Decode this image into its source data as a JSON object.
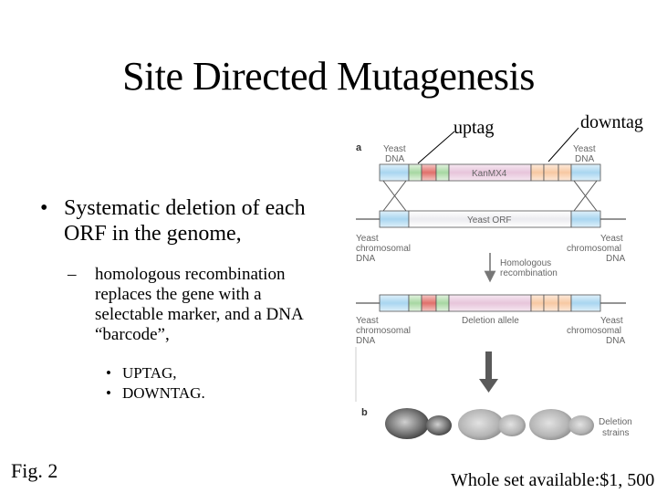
{
  "slide": {
    "title": "Site Directed Mutagenesis",
    "callouts": {
      "uptag": "uptag",
      "downtag": "downtag"
    },
    "bullets": [
      {
        "marker": "•",
        "text": "Systematic deletion of each ORF in the genome,"
      },
      {
        "marker": "–",
        "text": "homologous recombination replaces the gene with a selectable marker, and a DNA “barcode”,"
      },
      {
        "marker": "•",
        "text": "UPTAG,"
      },
      {
        "marker": "•",
        "text": "DOWNTAG."
      }
    ],
    "figure_label": "Fig. 2",
    "footer_note": "Whole set available:$1, 500"
  },
  "diagram": {
    "panel_a": "a",
    "panel_b": "b",
    "yeast_dna_left": [
      "Yeast",
      "DNA"
    ],
    "yeast_dna_right": [
      "Yeast",
      "DNA"
    ],
    "kanmx4": "KanMX4",
    "yeast_orf": "Yeast ORF",
    "chrom_left_1": [
      "Yeast",
      "chromosomal",
      "DNA"
    ],
    "chrom_right_1": [
      "Yeast",
      "chromosomal",
      "DNA"
    ],
    "homologous": [
      "Homologous",
      "recombination"
    ],
    "deletion_allele": "Deletion allele",
    "chrom_left_2": [
      "Yeast",
      "chromosomal",
      "DNA"
    ],
    "chrom_right_2": [
      "Yeast",
      "chromosomal",
      "DNA"
    ],
    "deletion_strains": [
      "Deletion",
      "strains"
    ]
  },
  "colors": {
    "dna_blue": "#a9d6f0",
    "tag_green": "#a7d7a2",
    "tag_red": "#e0706b",
    "tag_peach": "#f7c8a2",
    "kan_pink": "#e7c5db",
    "orf_light": "#f2f2f4",
    "line": "#555555",
    "arrow_dark": "#5a5a5a"
  }
}
